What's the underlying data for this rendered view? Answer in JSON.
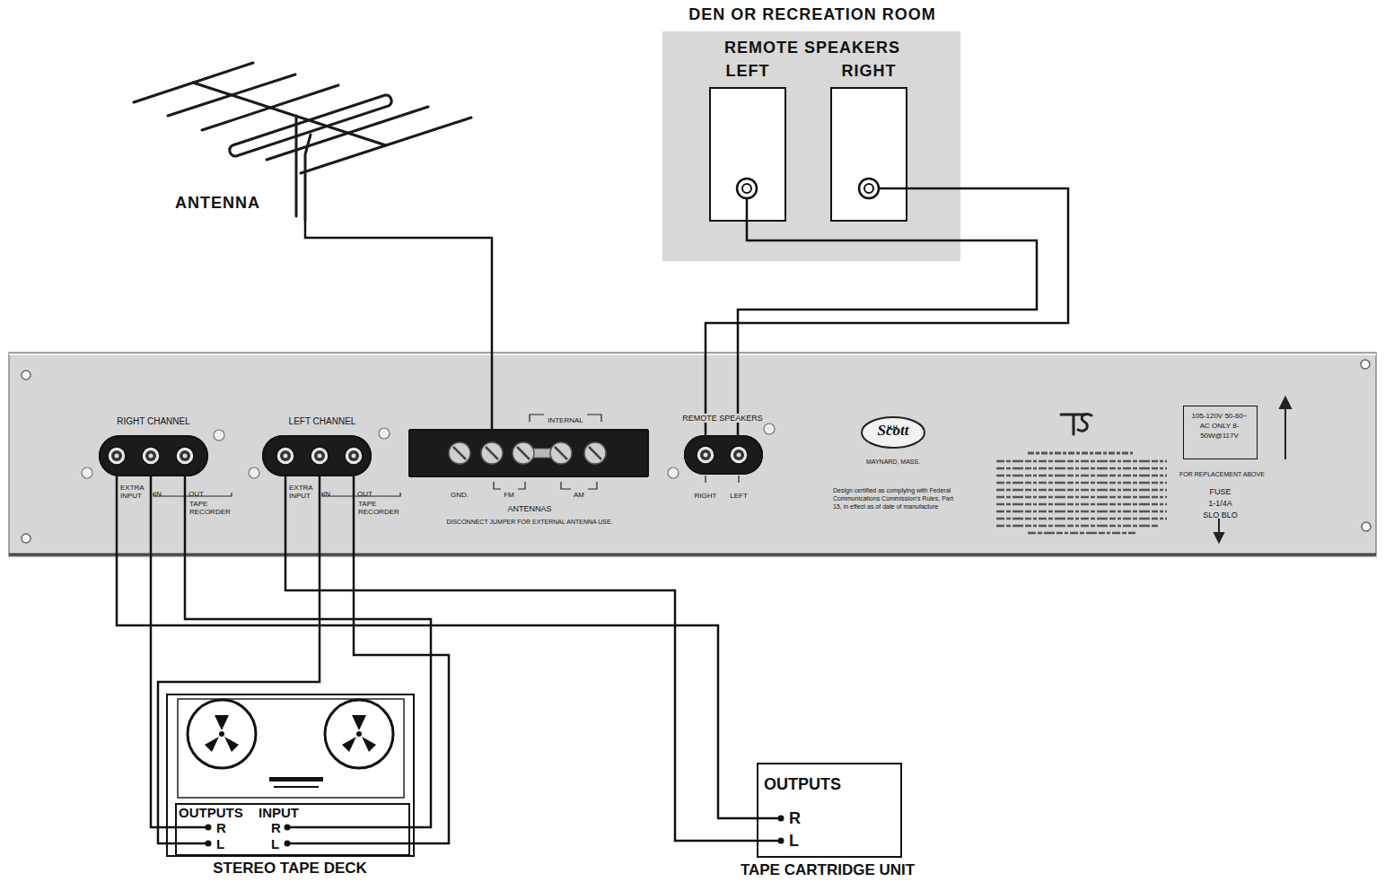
{
  "diagram": {
    "nodes": [
      {
        "text": [
          "DEN OR RECREATION ROOM",
          "REMOTE SPEAKERS"
        ]
      },
      {
        "text": [
          "LEFT"
        ],
        "in": 0
      },
      {
        "text": [
          "RIGHT"
        ],
        "in": 0
      },
      {
        "text": [
          "ANTENNA"
        ]
      },
      {
        "text": [
          "H.H.",
          "Scott",
          "MAYNARD, MASS.",
          "Design certified as complying with Federal Communications Commission's Rules, Part 15, in effect as of date of manufacture"
        ]
      },
      {
        "text": [
          "RIGHT CHANNEL",
          "EXTRA INPUT",
          "IN",
          "OUT",
          "TAPE RECORDER"
        ],
        "in": 4
      },
      {
        "text": [
          "LEFT CHANNEL",
          "EXTRA INPUT",
          "IN",
          "OUT",
          "TAPE RECORDER"
        ],
        "in": 4
      },
      {
        "text": [
          "INTERNAL",
          "GND.",
          "FM",
          "AM",
          "ANTENNAS",
          "DISCONNECT JUMPER FOR EXTERNAL ANTENNA USE."
        ],
        "in": 4
      },
      {
        "text": [
          "REMOTE SPEAKERS",
          "RIGHT",
          "LEFT"
        ],
        "in": 4
      },
      {
        "text": [
          "105-120V 50-60~ AC ONLY 8-50W@117V",
          "FOR REPLACEMENT ABOVE",
          "FUSE",
          "1-1/4A",
          "SLO BLO"
        ],
        "in": 4
      },
      {
        "text": [
          "STEREO TAPE DECK"
        ]
      },
      {
        "text": [
          "OUTPUTS",
          "R",
          "L",
          "INPUT",
          "R",
          "L"
        ],
        "in": 10
      },
      {
        "text": [
          "OUTPUTS",
          "R",
          "L",
          "TAPE CARTRIDGE UNIT"
        ]
      }
    ],
    "edges": [
      {
        "from": 3,
        "to": 7,
        "arrow": "none"
      },
      {
        "from": 1,
        "to": 8,
        "arrow": "none"
      },
      {
        "from": 2,
        "to": 8,
        "arrow": "none"
      },
      {
        "from": 12,
        "to": 5,
        "arrow": "none"
      },
      {
        "from": 12,
        "to": 6,
        "arrow": "none"
      },
      {
        "from": 11,
        "to": 5,
        "arrow": "none"
      },
      {
        "from": 11,
        "to": 6,
        "arrow": "none"
      },
      {
        "from": 5,
        "to": 11,
        "arrow": "none"
      },
      {
        "from": 6,
        "to": 11,
        "arrow": "none"
      }
    ]
  }
}
